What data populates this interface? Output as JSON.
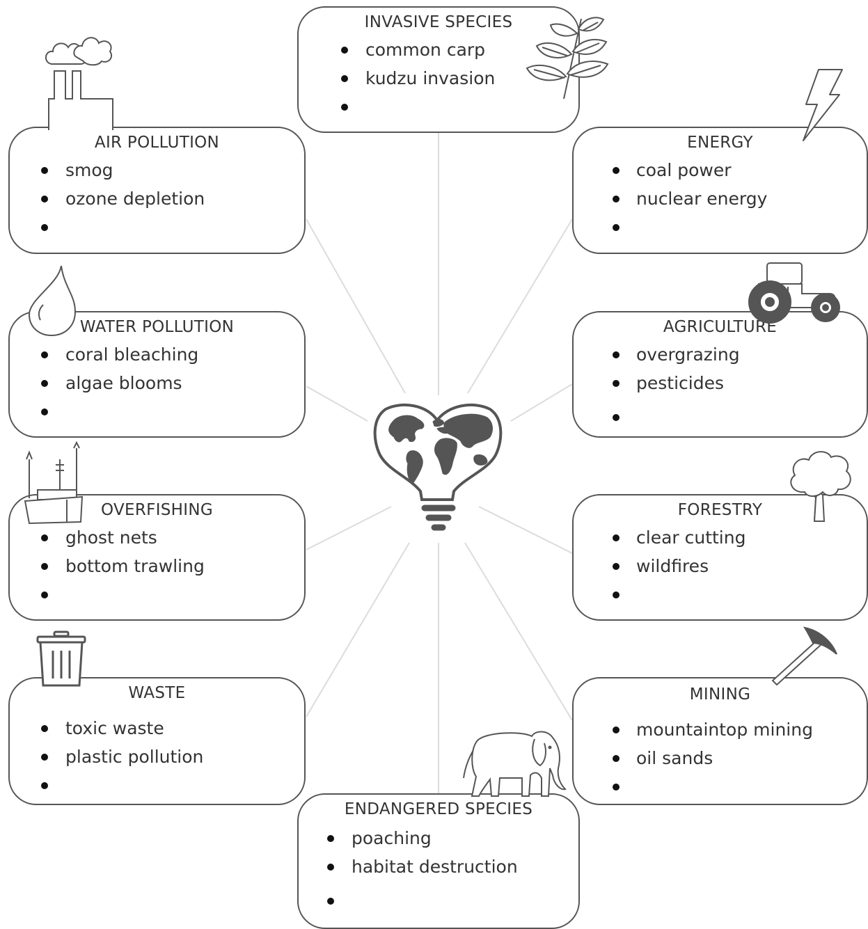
{
  "diagram": {
    "topics": [
      {
        "title": "INVASIVE SPECIES",
        "items": [
          "common carp",
          "kudzu invasion",
          ""
        ],
        "icon": "leaf-branch-icon"
      },
      {
        "title": "AIR POLLUTION",
        "items": [
          "smog",
          "ozone depletion",
          ""
        ],
        "icon": "factory-smoke-icon"
      },
      {
        "title": "ENERGY",
        "items": [
          "coal power",
          "nuclear energy",
          ""
        ],
        "icon": "lightning-bolt-icon"
      },
      {
        "title": "WATER POLLUTION",
        "items": [
          "coral bleaching",
          "algae blooms",
          ""
        ],
        "icon": "water-drop-icon"
      },
      {
        "title": "AGRICULTURE",
        "items": [
          "overgrazing",
          "pesticides",
          ""
        ],
        "icon": "tractor-icon"
      },
      {
        "title": "OVERFISHING",
        "items": [
          "ghost nets",
          "bottom trawling",
          ""
        ],
        "icon": "fishing-boat-icon"
      },
      {
        "title": "FORESTRY",
        "items": [
          "clear cutting",
          "wildfires",
          ""
        ],
        "icon": "tree-icon"
      },
      {
        "title": "WASTE",
        "items": [
          "toxic waste",
          "plastic pollution",
          ""
        ],
        "icon": "trash-can-icon"
      },
      {
        "title": "MINING",
        "items": [
          "mountaintop mining",
          "oil sands",
          ""
        ],
        "icon": "pickaxe-icon"
      },
      {
        "title": "ENDANGERED SPECIES",
        "items": [
          "poaching",
          "habitat destruction",
          ""
        ],
        "icon": "elephant-icon"
      }
    ],
    "center_icon": "heart-globe-lightbulb-icon",
    "colors": {
      "border": "#555555",
      "icon": "#555555",
      "connector": "#dcdcdc",
      "text": "#333333"
    }
  }
}
